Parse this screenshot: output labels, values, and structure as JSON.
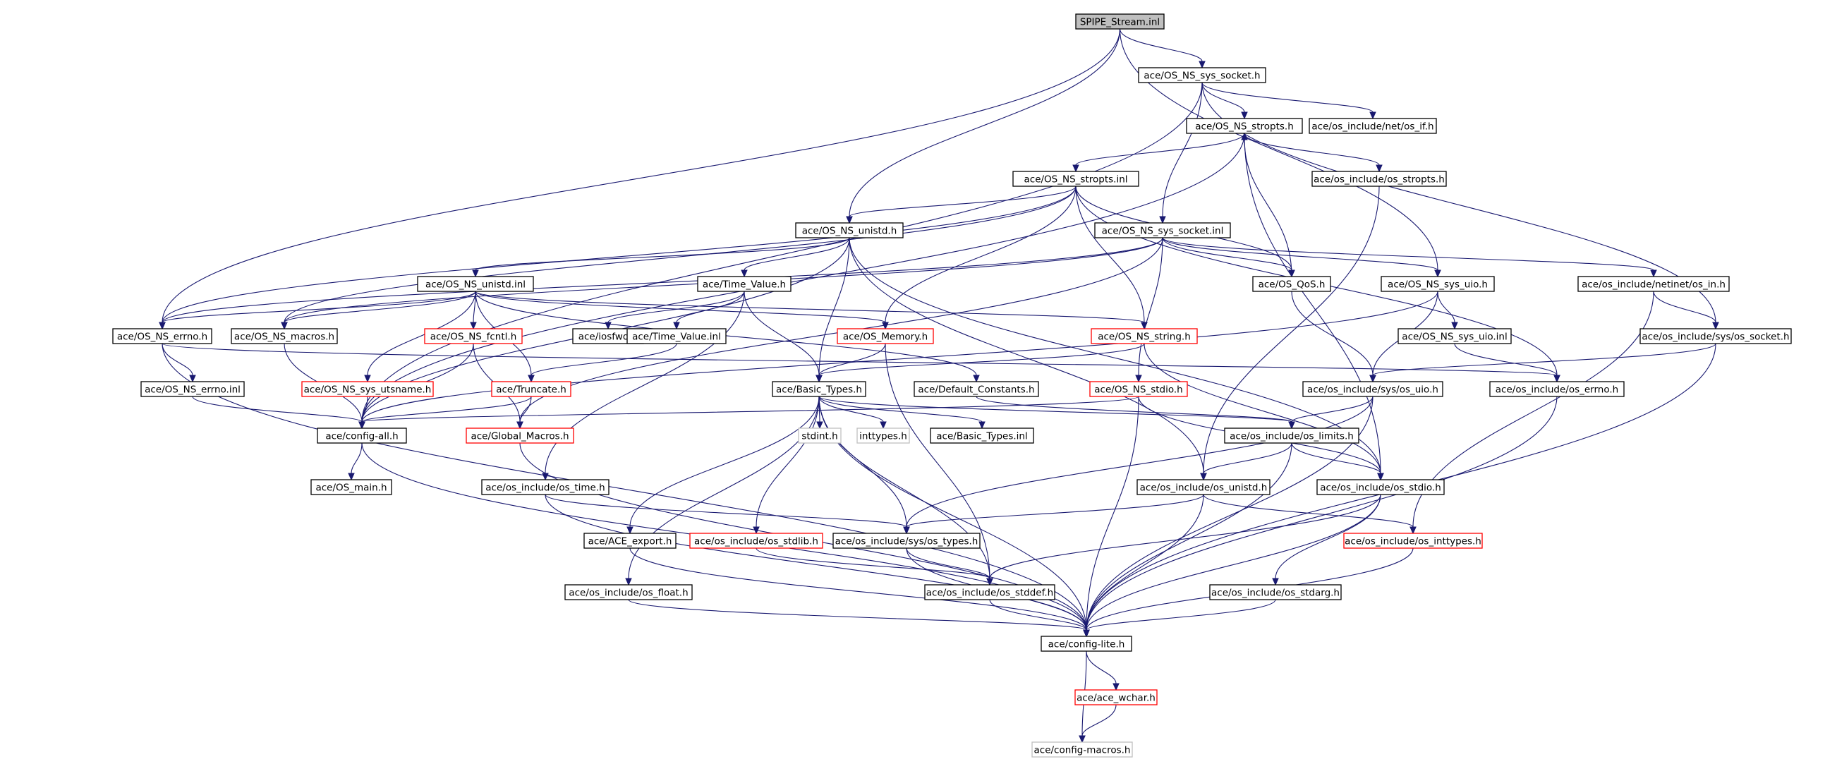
{
  "colors": {
    "edge": "#191970",
    "border_normal": "#000000",
    "border_truncated": "#ff0000",
    "border_missing": "#bfbfbf",
    "fill_normal": "#ffffff",
    "fill_root": "#bfbfbf",
    "text": "#000000"
  },
  "nodes": [
    {
      "id": "spipe",
      "label": "SPIPE_Stream.inl",
      "kind": "root"
    },
    {
      "id": "os_ns_sys_socket_h",
      "label": "ace/OS_NS_sys_socket.h",
      "kind": "normal"
    },
    {
      "id": "os_ns_stropts_h",
      "label": "ace/OS_NS_stropts.h",
      "kind": "normal"
    },
    {
      "id": "net_os_if_h",
      "label": "ace/os_include/net/os_if.h",
      "kind": "normal"
    },
    {
      "id": "os_ns_stropts_inl",
      "label": "ace/OS_NS_stropts.inl",
      "kind": "normal"
    },
    {
      "id": "os_stropts_h",
      "label": "ace/os_include/os_stropts.h",
      "kind": "normal"
    },
    {
      "id": "os_ns_unistd_h",
      "label": "ace/OS_NS_unistd.h",
      "kind": "normal"
    },
    {
      "id": "os_ns_sys_socket_inl",
      "label": "ace/OS_NS_sys_socket.inl",
      "kind": "normal"
    },
    {
      "id": "os_ns_unistd_inl",
      "label": "ace/OS_NS_unistd.inl",
      "kind": "normal"
    },
    {
      "id": "time_value_h",
      "label": "ace/Time_Value.h",
      "kind": "normal"
    },
    {
      "id": "os_qos_h",
      "label": "ace/OS_QoS.h",
      "kind": "normal"
    },
    {
      "id": "os_ns_sys_uio_h",
      "label": "ace/OS_NS_sys_uio.h",
      "kind": "normal"
    },
    {
      "id": "netinet_os_in_h",
      "label": "ace/os_include/netinet/os_in.h",
      "kind": "normal"
    },
    {
      "id": "os_ns_errno_h",
      "label": "ace/OS_NS_errno.h",
      "kind": "normal"
    },
    {
      "id": "os_ns_macros_h",
      "label": "ace/OS_NS_macros.h",
      "kind": "normal"
    },
    {
      "id": "os_ns_fcntl_h",
      "label": "ace/OS_NS_fcntl.h",
      "kind": "truncated"
    },
    {
      "id": "iosfwd_h",
      "label": "ace/iosfwd.h",
      "kind": "normal"
    },
    {
      "id": "time_value_inl",
      "label": "ace/Time_Value.inl",
      "kind": "normal"
    },
    {
      "id": "os_memory_h",
      "label": "ace/OS_Memory.h",
      "kind": "truncated"
    },
    {
      "id": "os_ns_string_h",
      "label": "ace/OS_NS_string.h",
      "kind": "truncated"
    },
    {
      "id": "os_ns_sys_uio_inl",
      "label": "ace/OS_NS_sys_uio.inl",
      "kind": "normal"
    },
    {
      "id": "sys_os_socket_h",
      "label": "ace/os_include/sys/os_socket.h",
      "kind": "normal"
    },
    {
      "id": "os_ns_errno_inl",
      "label": "ace/OS_NS_errno.inl",
      "kind": "normal"
    },
    {
      "id": "os_ns_sys_utsname_h",
      "label": "ace/OS_NS_sys_utsname.h",
      "kind": "truncated"
    },
    {
      "id": "truncate_h",
      "label": "ace/Truncate.h",
      "kind": "truncated"
    },
    {
      "id": "basic_types_h",
      "label": "ace/Basic_Types.h",
      "kind": "normal"
    },
    {
      "id": "default_constants_h",
      "label": "ace/Default_Constants.h",
      "kind": "normal"
    },
    {
      "id": "os_ns_stdio_h",
      "label": "ace/OS_NS_stdio.h",
      "kind": "truncated"
    },
    {
      "id": "sys_os_uio_h",
      "label": "ace/os_include/sys/os_uio.h",
      "kind": "normal"
    },
    {
      "id": "os_errno_h",
      "label": "ace/os_include/os_errno.h",
      "kind": "normal"
    },
    {
      "id": "config_all_h",
      "label": "ace/config-all.h",
      "kind": "normal"
    },
    {
      "id": "global_macros_h",
      "label": "ace/Global_Macros.h",
      "kind": "truncated"
    },
    {
      "id": "stdint_h",
      "label": "stdint.h",
      "kind": "missing"
    },
    {
      "id": "inttypes_h",
      "label": "inttypes.h",
      "kind": "missing"
    },
    {
      "id": "basic_types_inl",
      "label": "ace/Basic_Types.inl",
      "kind": "normal"
    },
    {
      "id": "os_limits_h",
      "label": "ace/os_include/os_limits.h",
      "kind": "normal"
    },
    {
      "id": "os_main_h",
      "label": "ace/OS_main.h",
      "kind": "normal"
    },
    {
      "id": "os_time_h",
      "label": "ace/os_include/os_time.h",
      "kind": "normal"
    },
    {
      "id": "os_unistd_h",
      "label": "ace/os_include/os_unistd.h",
      "kind": "normal"
    },
    {
      "id": "os_stdio_h",
      "label": "ace/os_include/os_stdio.h",
      "kind": "normal"
    },
    {
      "id": "ace_export_h",
      "label": "ace/ACE_export.h",
      "kind": "normal"
    },
    {
      "id": "os_stdlib_h",
      "label": "ace/os_include/os_stdlib.h",
      "kind": "truncated"
    },
    {
      "id": "sys_os_types_h",
      "label": "ace/os_include/sys/os_types.h",
      "kind": "normal"
    },
    {
      "id": "os_inttypes_h",
      "label": "ace/os_include/os_inttypes.h",
      "kind": "truncated"
    },
    {
      "id": "os_float_h",
      "label": "ace/os_include/os_float.h",
      "kind": "normal"
    },
    {
      "id": "os_stddef_h",
      "label": "ace/os_include/os_stddef.h",
      "kind": "normal"
    },
    {
      "id": "os_stdarg_h",
      "label": "ace/os_include/os_stdarg.h",
      "kind": "normal"
    },
    {
      "id": "config_lite_h",
      "label": "ace/config-lite.h",
      "kind": "normal"
    },
    {
      "id": "ace_wchar_h",
      "label": "ace/ace_wchar.h",
      "kind": "truncated"
    },
    {
      "id": "config_macros_h",
      "label": "ace/config-macros.h",
      "kind": "missing"
    }
  ],
  "edges": [
    [
      "spipe",
      "os_ns_sys_socket_h"
    ],
    [
      "spipe",
      "os_ns_unistd_h"
    ],
    [
      "spipe",
      "os_ns_errno_h"
    ],
    [
      "spipe",
      "os_ns_sys_uio_h"
    ],
    [
      "os_ns_sys_socket_h",
      "os_ns_stropts_h"
    ],
    [
      "os_ns_sys_socket_h",
      "net_os_if_h"
    ],
    [
      "os_ns_sys_socket_h",
      "os_ns_sys_socket_inl"
    ],
    [
      "os_ns_sys_socket_h",
      "sys_os_socket_h"
    ],
    [
      "os_ns_sys_socket_h",
      "config_all_h"
    ],
    [
      "os_ns_stropts_h",
      "os_ns_stropts_inl"
    ],
    [
      "os_ns_stropts_h",
      "os_stropts_h"
    ],
    [
      "os_ns_stropts_h",
      "config_all_h"
    ],
    [
      "os_ns_stropts_h",
      "os_stdio_h"
    ],
    [
      "os_ns_stropts_inl",
      "os_ns_unistd_h"
    ],
    [
      "os_ns_stropts_inl",
      "os_ns_errno_h"
    ],
    [
      "os_ns_stropts_inl",
      "os_ns_macros_h"
    ],
    [
      "os_ns_stropts_inl",
      "os_memory_h"
    ],
    [
      "os_ns_stropts_inl",
      "os_ns_string_h"
    ],
    [
      "os_ns_stropts_inl",
      "os_qos_h"
    ],
    [
      "os_ns_stropts_inl",
      "os_errno_h"
    ],
    [
      "os_stropts_h",
      "os_unistd_h"
    ],
    [
      "os_ns_unistd_h",
      "os_ns_unistd_inl"
    ],
    [
      "os_ns_unistd_h",
      "time_value_h"
    ],
    [
      "os_ns_unistd_h",
      "basic_types_h"
    ],
    [
      "os_ns_unistd_h",
      "os_unistd_h"
    ],
    [
      "os_ns_unistd_h",
      "config_all_h"
    ],
    [
      "os_ns_unistd_h",
      "os_stdio_h"
    ],
    [
      "os_ns_sys_socket_inl",
      "os_ns_errno_h"
    ],
    [
      "os_ns_sys_socket_inl",
      "os_ns_macros_h"
    ],
    [
      "os_ns_sys_socket_inl",
      "os_qos_h"
    ],
    [
      "os_ns_sys_socket_inl",
      "os_ns_sys_uio_h"
    ],
    [
      "os_ns_sys_socket_inl",
      "netinet_os_in_h"
    ],
    [
      "os_ns_sys_socket_inl",
      "os_ns_stdio_h"
    ],
    [
      "os_ns_sys_socket_inl",
      "global_macros_h"
    ],
    [
      "os_qos_h",
      "os_ns_stropts_h"
    ],
    [
      "os_qos_h",
      "sys_os_uio_h"
    ],
    [
      "os_ns_sys_uio_h",
      "os_ns_sys_uio_inl"
    ],
    [
      "os_ns_sys_uio_h",
      "sys_os_uio_h"
    ],
    [
      "os_ns_sys_uio_h",
      "config_all_h"
    ],
    [
      "netinet_os_in_h",
      "sys_os_socket_h"
    ],
    [
      "netinet_os_in_h",
      "os_inttypes_h"
    ],
    [
      "os_ns_unistd_inl",
      "os_ns_errno_h"
    ],
    [
      "os_ns_unistd_inl",
      "os_ns_macros_h"
    ],
    [
      "os_ns_unistd_inl",
      "os_ns_fcntl_h"
    ],
    [
      "os_ns_unistd_inl",
      "os_memory_h"
    ],
    [
      "os_ns_unistd_inl",
      "os_ns_string_h"
    ],
    [
      "os_ns_unistd_inl",
      "os_ns_sys_utsname_h"
    ],
    [
      "os_ns_unistd_inl",
      "truncate_h"
    ],
    [
      "os_ns_unistd_inl",
      "default_constants_h"
    ],
    [
      "time_value_h",
      "iosfwd_h"
    ],
    [
      "time_value_h",
      "time_value_inl"
    ],
    [
      "time_value_h",
      "basic_types_h"
    ],
    [
      "time_value_h",
      "os_time_h"
    ],
    [
      "time_value_inl",
      "truncate_h"
    ],
    [
      "os_ns_errno_h",
      "os_ns_errno_inl"
    ],
    [
      "os_ns_errno_h",
      "os_errno_h"
    ],
    [
      "os_ns_errno_h",
      "config_lite_h"
    ],
    [
      "os_ns_errno_inl",
      "config_all_h"
    ],
    [
      "os_ns_macros_h",
      "config_all_h"
    ],
    [
      "os_ns_fcntl_h",
      "config_all_h"
    ],
    [
      "os_ns_fcntl_h",
      "global_macros_h"
    ],
    [
      "os_memory_h",
      "basic_types_h"
    ],
    [
      "os_memory_h",
      "os_stddef_h"
    ],
    [
      "os_ns_string_h",
      "basic_types_h"
    ],
    [
      "os_ns_string_h",
      "os_stdio_h"
    ],
    [
      "os_ns_sys_utsname_h",
      "config_all_h"
    ],
    [
      "truncate_h",
      "config_all_h"
    ],
    [
      "truncate_h",
      "global_macros_h"
    ],
    [
      "os_ns_sys_uio_inl",
      "os_errno_h"
    ],
    [
      "sys_os_socket_h",
      "sys_os_uio_h"
    ],
    [
      "sys_os_socket_h",
      "config_lite_h"
    ],
    [
      "basic_types_h",
      "stdint_h"
    ],
    [
      "basic_types_h",
      "inttypes_h"
    ],
    [
      "basic_types_h",
      "basic_types_inl"
    ],
    [
      "basic_types_h",
      "os_limits_h"
    ],
    [
      "basic_types_h",
      "ace_export_h"
    ],
    [
      "basic_types_h",
      "os_stdlib_h"
    ],
    [
      "basic_types_h",
      "sys_os_types_h"
    ],
    [
      "basic_types_h",
      "os_float_h"
    ],
    [
      "basic_types_h",
      "os_stddef_h"
    ],
    [
      "basic_types_h",
      "config_lite_h"
    ],
    [
      "default_constants_h",
      "os_limits_h"
    ],
    [
      "os_ns_stdio_h",
      "config_all_h"
    ],
    [
      "os_ns_stdio_h",
      "os_stdio_h"
    ],
    [
      "os_ns_stdio_h",
      "config_lite_h"
    ],
    [
      "sys_os_uio_h",
      "os_limits_h"
    ],
    [
      "sys_os_uio_h",
      "sys_os_types_h"
    ],
    [
      "sys_os_uio_h",
      "config_lite_h"
    ],
    [
      "os_errno_h",
      "config_lite_h"
    ],
    [
      "config_all_h",
      "os_main_h"
    ],
    [
      "config_all_h",
      "config_lite_h"
    ],
    [
      "global_macros_h",
      "config_lite_h"
    ],
    [
      "os_limits_h",
      "os_unistd_h"
    ],
    [
      "os_limits_h",
      "os_stdio_h"
    ],
    [
      "os_limits_h",
      "config_lite_h"
    ],
    [
      "os_time_h",
      "sys_os_types_h"
    ],
    [
      "os_time_h",
      "config_lite_h"
    ],
    [
      "os_unistd_h",
      "sys_os_types_h"
    ],
    [
      "os_unistd_h",
      "os_inttypes_h"
    ],
    [
      "os_unistd_h",
      "config_lite_h"
    ],
    [
      "os_stdio_h",
      "os_stddef_h"
    ],
    [
      "os_stdio_h",
      "os_stdarg_h"
    ],
    [
      "os_stdio_h",
      "config_lite_h"
    ],
    [
      "ace_export_h",
      "config_lite_h"
    ],
    [
      "os_stdlib_h",
      "os_stddef_h"
    ],
    [
      "sys_os_types_h",
      "os_stddef_h"
    ],
    [
      "sys_os_types_h",
      "config_lite_h"
    ],
    [
      "os_inttypes_h",
      "config_lite_h"
    ],
    [
      "os_float_h",
      "config_lite_h"
    ],
    [
      "os_stddef_h",
      "config_lite_h"
    ],
    [
      "os_stdarg_h",
      "config_lite_h"
    ],
    [
      "config_lite_h",
      "ace_wchar_h"
    ],
    [
      "config_lite_h",
      "config_macros_h"
    ],
    [
      "ace_wchar_h",
      "config_macros_h"
    ]
  ]
}
